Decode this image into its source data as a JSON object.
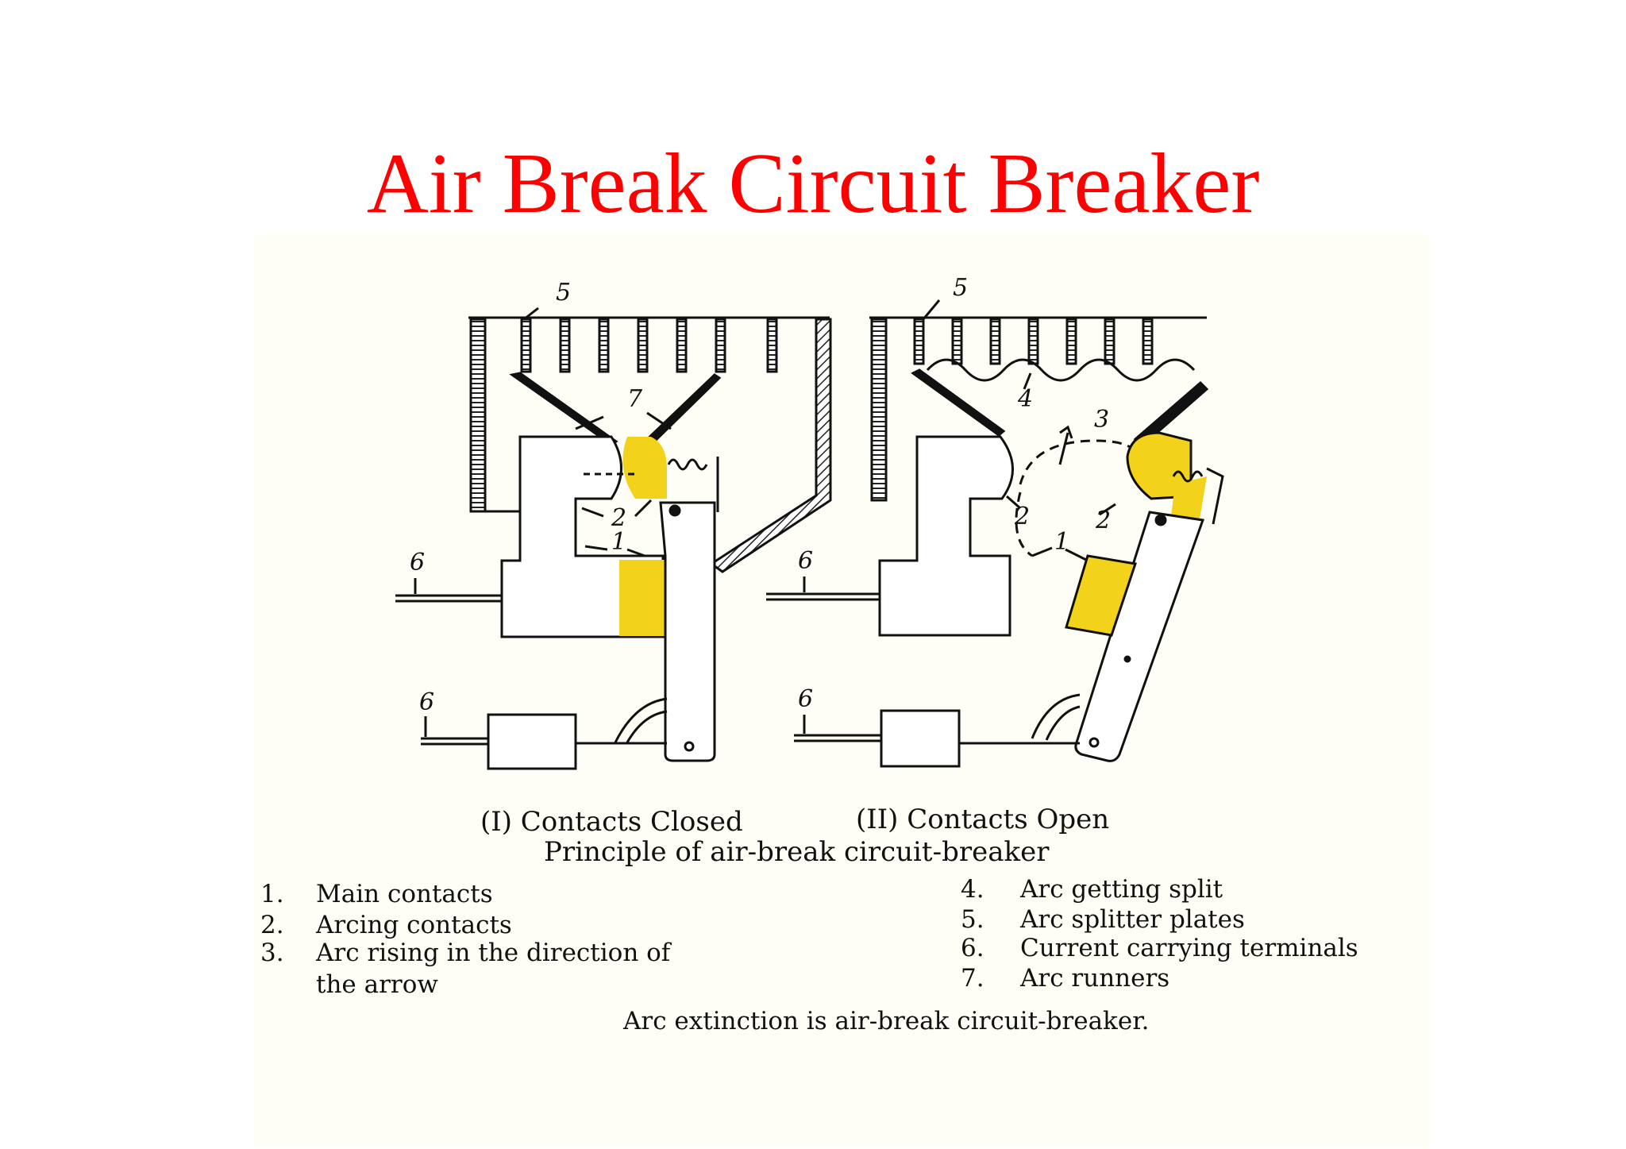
{
  "slide": {
    "title": "Air Break Circuit Breaker",
    "title_color": "#ff0000",
    "highlight_color": "#f2d21b"
  },
  "figure": {
    "panel_left_caption": "(I) Contacts Closed",
    "panel_right_caption": "(II) Contacts Open",
    "caption": "Principle of air-break circuit-breaker",
    "callouts": [
      "5",
      "7",
      "2",
      "1",
      "6",
      "6",
      "5",
      "4",
      "3",
      "2",
      "2",
      "1",
      "6",
      "6"
    ]
  },
  "legend": {
    "left": [
      {
        "num": "1.",
        "text": "Main contacts"
      },
      {
        "num": "2.",
        "text": "Arcing contacts"
      },
      {
        "num": "3.",
        "text": "Arc rising in the direction of"
      },
      {
        "num": "",
        "text": "the arrow"
      }
    ],
    "right": [
      {
        "num": "4.",
        "text": "Arc getting split"
      },
      {
        "num": "5.",
        "text": "Arc splitter plates"
      },
      {
        "num": "6.",
        "text": "Current carrying terminals"
      },
      {
        "num": "7.",
        "text": "Arc runners"
      }
    ]
  },
  "bottom_caption": "Arc extinction is air-break circuit-breaker."
}
